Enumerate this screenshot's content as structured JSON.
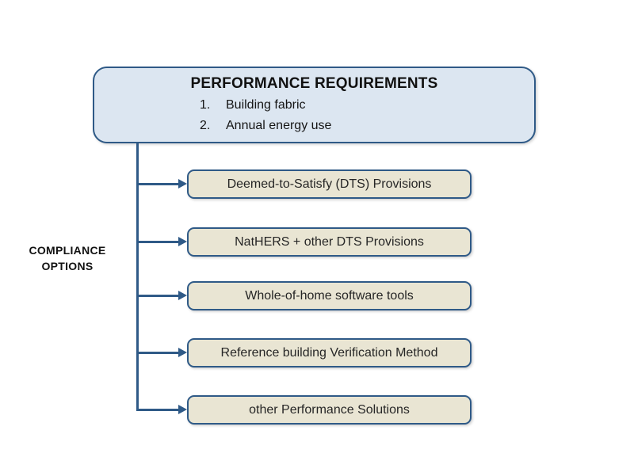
{
  "top_box": {
    "title": "PERFORMANCE REQUIREMENTS",
    "items": [
      {
        "number": "1.",
        "label": "Building fabric"
      },
      {
        "number": "2.",
        "label": "Annual energy use"
      }
    ]
  },
  "side_label": {
    "line1": "COMPLIANCE",
    "line2": "OPTIONS"
  },
  "options": [
    {
      "label": "Deemed-to-Satisfy (DTS) Provisions"
    },
    {
      "label": "NatHERS + other DTS Provisions"
    },
    {
      "label": "Whole-of-home software tools"
    },
    {
      "label": "Reference building Verification Method"
    },
    {
      "label": "other Performance Solutions"
    }
  ],
  "colors": {
    "top_box_fill": "#dce6f1",
    "option_box_fill": "#e9e5d3",
    "line": "#2f5a87",
    "text": "#1f1f1f"
  }
}
